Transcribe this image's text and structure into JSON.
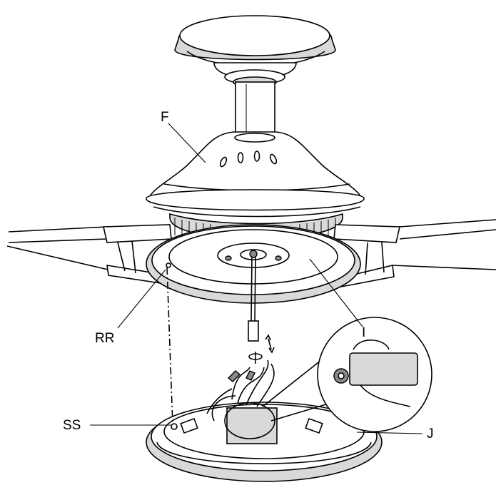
{
  "labels": {
    "F": "F",
    "RR": "RR",
    "I": "I",
    "SS": "SS",
    "J": "J"
  },
  "colors": {
    "line": "#000000",
    "shade": "#d9d9d9",
    "dark": "#8a8a8a",
    "background": "#ffffff"
  }
}
